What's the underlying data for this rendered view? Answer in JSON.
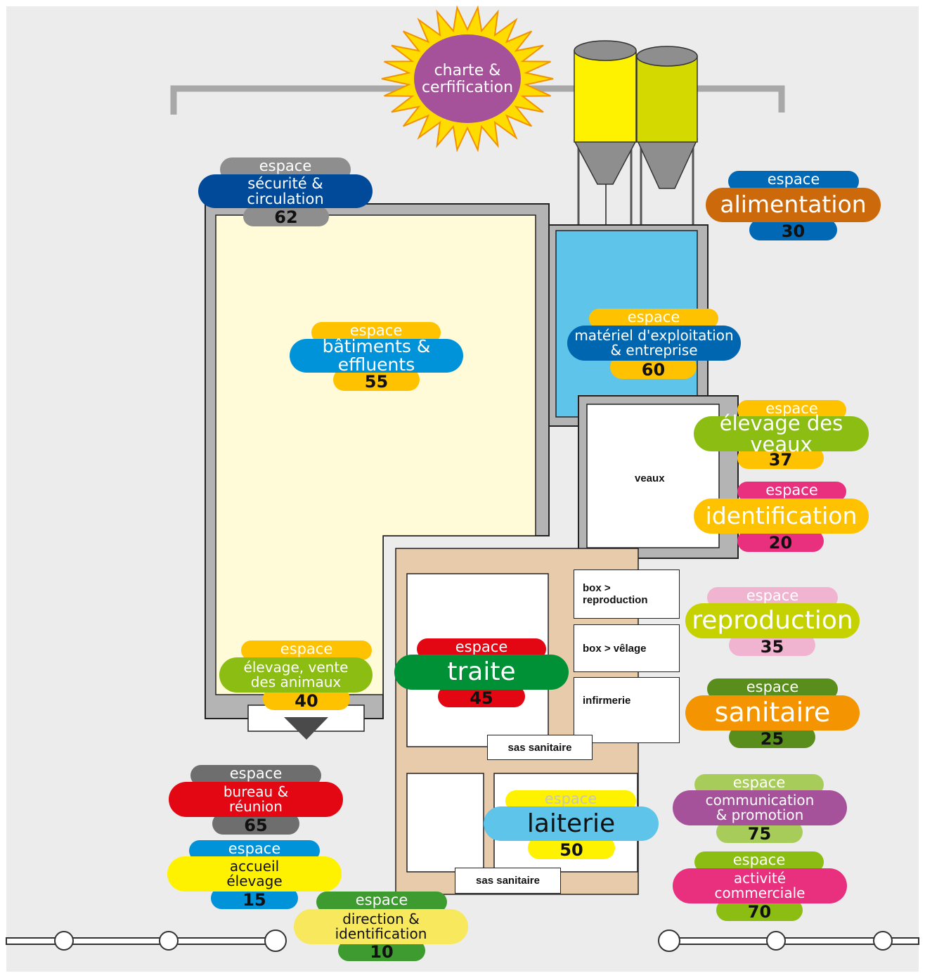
{
  "sun": {
    "line1": "charte &",
    "line2": "cerfification"
  },
  "rooms": {
    "veaux": "veaux",
    "box_reproduction": "box >\nreproduction",
    "box_velage": "box > vêlage",
    "infirmerie": "infirmerie",
    "sas1": "sas sanitaire",
    "sas2": "sas sanitaire"
  },
  "spaces": [
    {
      "id": "securite",
      "espace": "espace",
      "name": "sécurité &\ncirculation",
      "number": "62"
    },
    {
      "id": "alimentation",
      "espace": "espace",
      "name": "alimentation",
      "number": "30"
    },
    {
      "id": "batiments",
      "espace": "espace",
      "name": "bâtiments & effluents",
      "number": "55"
    },
    {
      "id": "materiel",
      "espace": "espace",
      "name": "matériel d'exploitation\n& entreprise",
      "number": "60"
    },
    {
      "id": "veaux",
      "espace": "espace",
      "name": "élevage des veaux",
      "number": "37"
    },
    {
      "id": "identification",
      "espace": "espace",
      "name": "identification",
      "number": "20"
    },
    {
      "id": "reproduction",
      "espace": "espace",
      "name": "reproduction",
      "number": "35"
    },
    {
      "id": "sanitaire",
      "espace": "espace",
      "name": "sanitaire",
      "number": "25"
    },
    {
      "id": "elevage_vente",
      "espace": "espace",
      "name": "élevage, vente\ndes animaux",
      "number": "40"
    },
    {
      "id": "traite",
      "espace": "espace",
      "name": "traite",
      "number": "45"
    },
    {
      "id": "laiterie",
      "espace": "espace",
      "name": "laiterie",
      "number": "50"
    },
    {
      "id": "bureau",
      "espace": "espace",
      "name": "bureau &\nréunion",
      "number": "65"
    },
    {
      "id": "accueil",
      "espace": "espace",
      "name": "accueil\nélevage",
      "number": "15"
    },
    {
      "id": "direction",
      "espace": "espace",
      "name": "direction &\nidentification",
      "number": "10"
    },
    {
      "id": "communication",
      "espace": "espace",
      "name": "communication\n& promotion",
      "number": "75"
    },
    {
      "id": "commerciale",
      "espace": "espace",
      "name": "activité\ncommerciale",
      "number": "70"
    }
  ],
  "colors": {
    "wall_gray": "#b4b4b4",
    "cream": "#fffad8",
    "blue_room": "#5ec4ea",
    "tan": "#e8cbab",
    "silo_yellow": "#fff200",
    "silo_lime": "#d4d900",
    "silo_gray": "#8e8e8e",
    "sun_yellow": "#ffdc00",
    "sun_purple": "#a5529b"
  }
}
